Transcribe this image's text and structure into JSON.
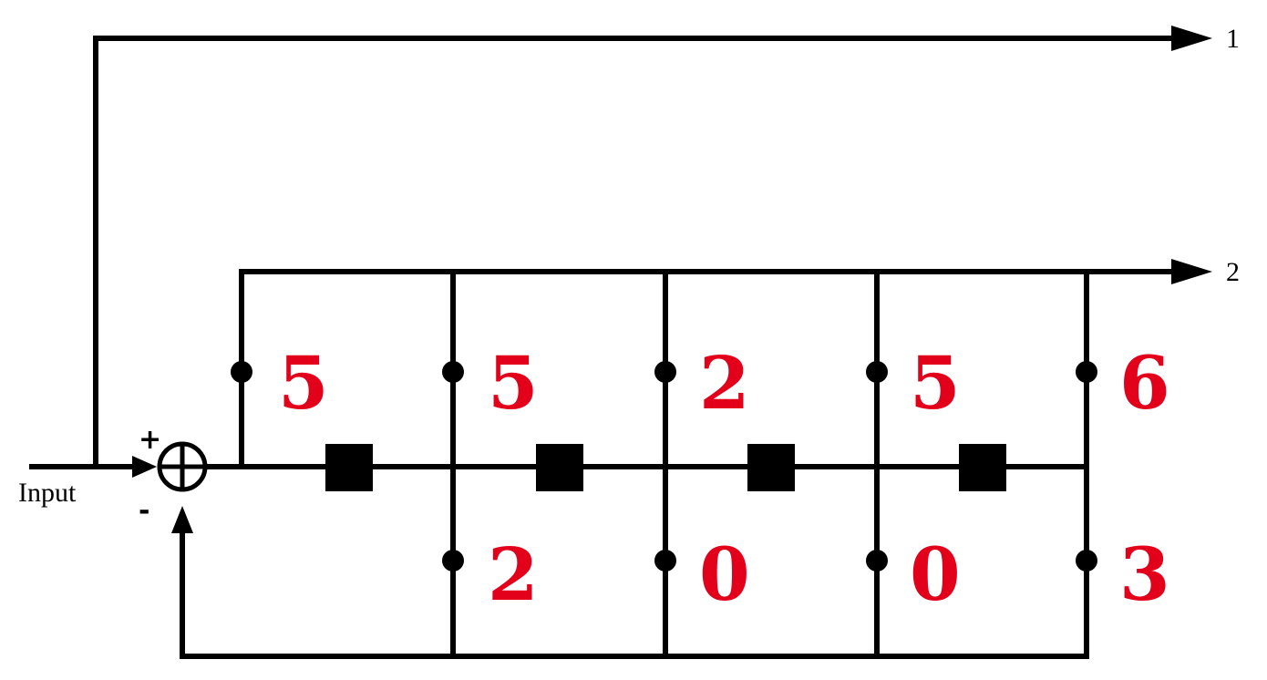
{
  "labels": {
    "input": "Input",
    "output_1": "1",
    "output_2": "2",
    "plus_sign": "+",
    "minus_sign": "-"
  },
  "feedforward_coefficients": [
    "5",
    "5",
    "2",
    "5",
    "6"
  ],
  "feedback_coefficients": [
    "2",
    "0",
    "0",
    "3"
  ],
  "colors": {
    "wire": "#000000",
    "coefficient": "#e3001b"
  }
}
